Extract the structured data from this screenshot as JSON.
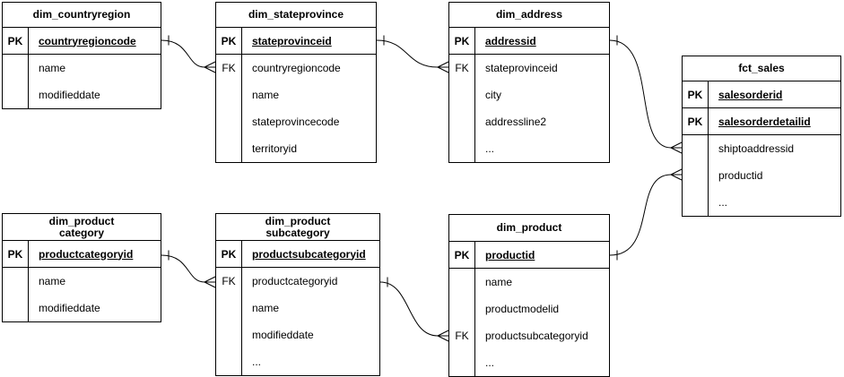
{
  "diagram": {
    "kind": "entity-relationship",
    "colors": {
      "line": "#000000",
      "table_border": "#000000",
      "table_bg": "#ffffff",
      "text": "#000000"
    }
  },
  "tables": [
    {
      "name": "dim_countryregion",
      "title": "dim_countryregion",
      "rows": [
        {
          "key": "PK",
          "field": "countryregioncode"
        },
        {
          "key": "",
          "field": "name"
        },
        {
          "key": "",
          "field": "modifieddate"
        }
      ]
    },
    {
      "name": "dim_stateprovince",
      "title": "dim_stateprovince",
      "rows": [
        {
          "key": "PK",
          "field": "stateprovinceid"
        },
        {
          "key": "FK",
          "field": "countryregioncode"
        },
        {
          "key": "",
          "field": "name"
        },
        {
          "key": "",
          "field": "stateprovincecode"
        },
        {
          "key": "",
          "field": "territoryid"
        }
      ]
    },
    {
      "name": "dim_address",
      "title": "dim_address",
      "rows": [
        {
          "key": "PK",
          "field": "addressid"
        },
        {
          "key": "FK",
          "field": "stateprovinceid"
        },
        {
          "key": "",
          "field": "city"
        },
        {
          "key": "",
          "field": "addressline2"
        },
        {
          "key": "",
          "field": "..."
        }
      ]
    },
    {
      "name": "fct_sales",
      "title": "fct_sales",
      "rows": [
        {
          "key": "PK",
          "field": "salesorderid"
        },
        {
          "key": "PK",
          "field": "salesorderdetailid"
        },
        {
          "key": "",
          "field": "shiptoaddressid"
        },
        {
          "key": "",
          "field": "productid"
        },
        {
          "key": "",
          "field": "..."
        }
      ]
    },
    {
      "name": "dim_productcategory",
      "title": "dim_product\ncategory",
      "rows": [
        {
          "key": "PK",
          "field": "productcategoryid"
        },
        {
          "key": "",
          "field": "name"
        },
        {
          "key": "",
          "field": "modifieddate"
        }
      ]
    },
    {
      "name": "dim_productsubcategory",
      "title": "dim_product\nsubcategory",
      "rows": [
        {
          "key": "PK",
          "field": "productsubcategoryid"
        },
        {
          "key": "FK",
          "field": "productcategoryid"
        },
        {
          "key": "",
          "field": "name"
        },
        {
          "key": "",
          "field": "modifieddate"
        },
        {
          "key": "",
          "field": "..."
        }
      ]
    },
    {
      "name": "dim_product",
      "title": "dim_product",
      "rows": [
        {
          "key": "PK",
          "field": "productid"
        },
        {
          "key": "",
          "field": "name"
        },
        {
          "key": "",
          "field": "productmodelid"
        },
        {
          "key": "FK",
          "field": "productsubcategoryid"
        },
        {
          "key": "",
          "field": "..."
        }
      ]
    }
  ],
  "relationships": [
    {
      "from": "dim_countryregion.countryregioncode",
      "to": "dim_stateprovince.countryregioncode",
      "cardinality": "one-to-many"
    },
    {
      "from": "dim_stateprovince.stateprovinceid",
      "to": "dim_address.stateprovinceid",
      "cardinality": "one-to-many"
    },
    {
      "from": "dim_address.addressid",
      "to": "fct_sales.shiptoaddressid",
      "cardinality": "one-to-many"
    },
    {
      "from": "dim_product.productid",
      "to": "fct_sales.productid",
      "cardinality": "one-to-many"
    },
    {
      "from": "dim_productcategory.productcategoryid",
      "to": "dim_productsubcategory.productcategoryid",
      "cardinality": "one-to-many"
    },
    {
      "from": "dim_productsubcategory.productsubcategoryid",
      "to": "dim_product.productsubcategoryid",
      "cardinality": "one-to-many"
    }
  ]
}
